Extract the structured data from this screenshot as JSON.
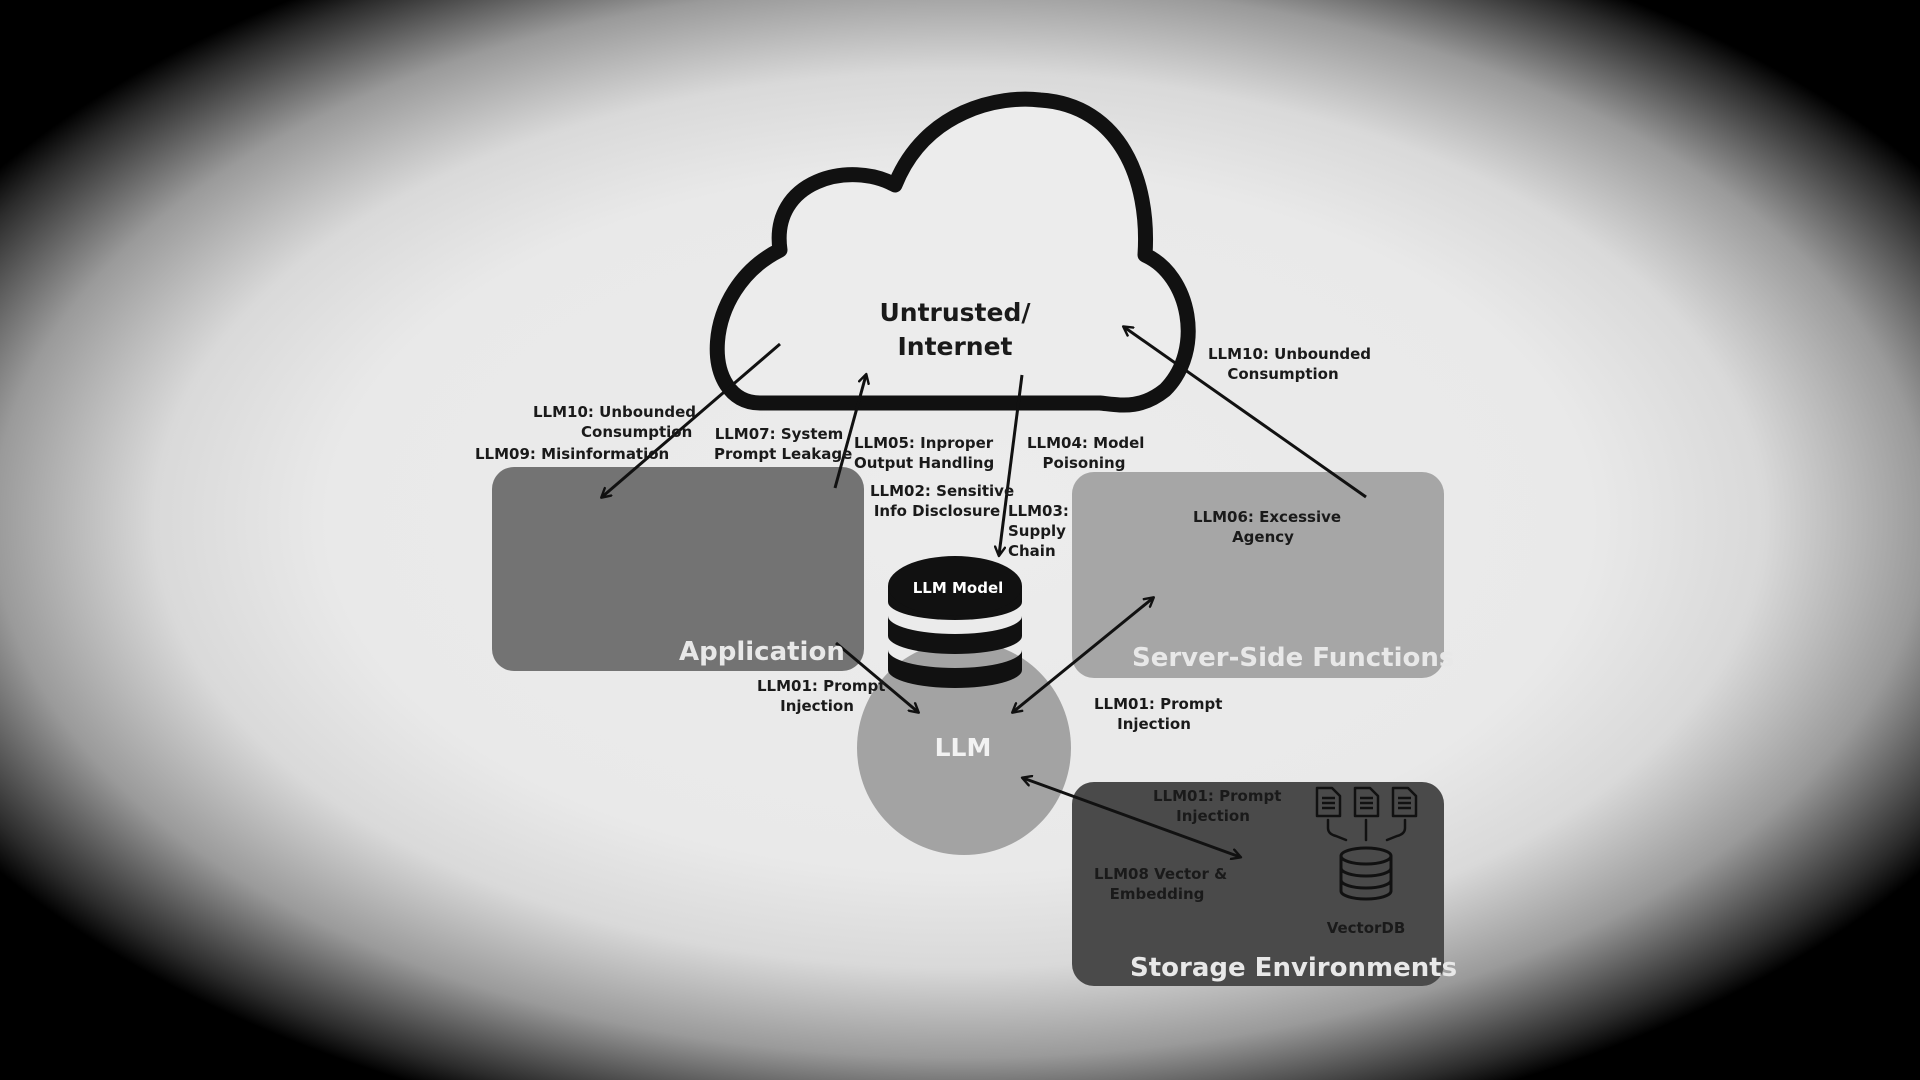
{
  "cloud": {
    "title_line1": "Untrusted/",
    "title_line2": "Internet"
  },
  "boxes": {
    "application": "Application",
    "server_side": "Server-Side Functions",
    "storage": "Storage Environments"
  },
  "llm": {
    "label": "LLM",
    "model_label": "LLM Model"
  },
  "vectordb": {
    "label": "VectorDB"
  },
  "labels": {
    "llm10_left_l1": "LLM10: Unbounded",
    "llm10_left_l2": "Consumption",
    "llm09": "LLM09: Misinformation",
    "llm07_l1": "LLM07: System",
    "llm07_l2": "Prompt Leakage",
    "llm05_l1": "LLM05: Inproper",
    "llm05_l2": "Output Handling",
    "llm02_l1": "LLM02: Sensitive",
    "llm02_l2": "Info Disclosure",
    "llm04_l1": "LLM04: Model",
    "llm04_l2": "Poisoning",
    "llm03_l1": "LLM03:",
    "llm03_l2": "Supply",
    "llm03_l3": "Chain",
    "llm10_right_l1": "LLM10: Unbounded",
    "llm10_right_l2": "Consumption",
    "llm06_l1": "LLM06: Excessive",
    "llm06_l2": "Agency",
    "llm01_app_l1": "LLM01: Prompt",
    "llm01_app_l2": "Injection",
    "llm01_server_l1": "LLM01: Prompt",
    "llm01_server_l2": "Injection",
    "llm01_storage_l1": "LLM01: Prompt",
    "llm01_storage_l2": "Injection",
    "llm08_l1": "LLM08 Vector &",
    "llm08_l2": "Embedding"
  },
  "colors": {
    "application_box": "#737373",
    "server_box": "#a6a6a6",
    "storage_box": "#4a4a4a",
    "llm_circle": "#a3a3a3",
    "ink": "#111111"
  }
}
